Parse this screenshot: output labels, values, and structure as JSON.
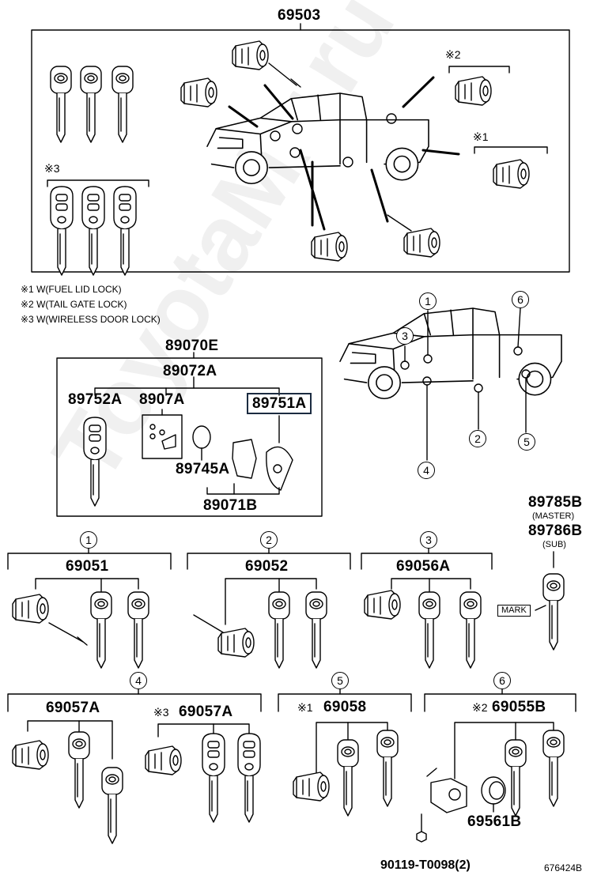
{
  "top_assembly": {
    "part": "69503"
  },
  "notes": [
    "※1 W(FUEL LID LOCK)",
    "※2 W(TAIL GATE LOCK)",
    "※3 W(WIRELESS DOOR LOCK)"
  ],
  "top_sub_marks": {
    "m1": "※1",
    "m2": "※2",
    "m3": "※3"
  },
  "key_kit": {
    "part": "89070E",
    "sub_part": "89072A",
    "key": "89752A",
    "chip": "8907A",
    "cover": "89751A",
    "battery": "89745A",
    "transmitter": "89071B"
  },
  "locations": [
    "1",
    "2",
    "3",
    "4",
    "5",
    "6"
  ],
  "groups": [
    {
      "circle": "1",
      "part": "69051",
      "prefix": ""
    },
    {
      "circle": "2",
      "part": "69052",
      "prefix": ""
    },
    {
      "circle": "3",
      "part": "69056A",
      "prefix": ""
    },
    {
      "circle": "4",
      "part": "69057A",
      "prefix": ""
    },
    {
      "circle": "4",
      "part": "69057A",
      "prefix": "※3"
    },
    {
      "circle": "5",
      "part": "69058",
      "prefix": "※1"
    },
    {
      "circle": "6",
      "part": "69055B",
      "prefix": "※2"
    }
  ],
  "master_key": {
    "part": "89785B",
    "sub": "(MASTER)"
  },
  "sub_key": {
    "part": "89786B",
    "sub": "(SUB)"
  },
  "mark_label": "MARK",
  "cylinder": {
    "part": "69561B"
  },
  "bolt": {
    "part": "90119-T0098(2)"
  },
  "figure_id": "676424B",
  "watermark": "ToyotaMir.ru"
}
